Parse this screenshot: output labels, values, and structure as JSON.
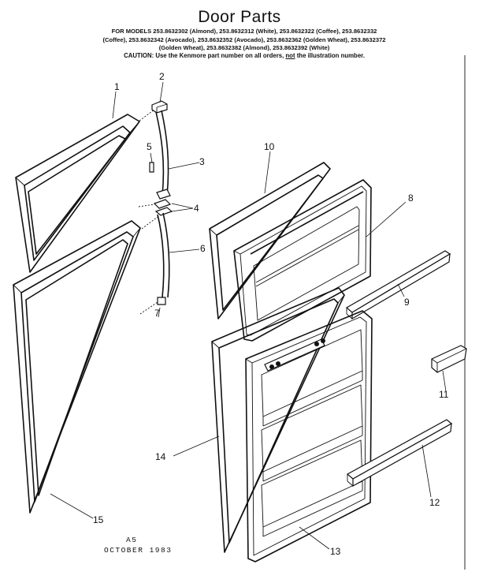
{
  "title": "Door Parts",
  "models_line_1": "FOR MODELS 253.8632302 (Almond), 253.8632312 (White), 253.8632322 (Coffee), 253.8632332",
  "models_line_2": "(Coffee), 253.8632342 (Avocado), 253.8632352 (Avocado), 253.8632362 (Golden Wheat), 253.8632372",
  "models_line_3": "(Golden Wheat), 253.8632382 (Almond), 253.8632392 (White)",
  "caution": {
    "before": "CAUTION: Use the Kenmore part number on all orders, ",
    "underlined": "not",
    "after": " the illustration number."
  },
  "callouts": {
    "c1": "1",
    "c2": "2",
    "c3": "3",
    "c4": "4",
    "c5": "5",
    "c6": "6",
    "c7": "7",
    "c8": "8",
    "c9": "9",
    "c10": "10",
    "c11": "11",
    "c12": "12",
    "c13": "13",
    "c14": "14",
    "c15": "15"
  },
  "footer": {
    "code": "A5",
    "date": "OCTOBER 1983"
  }
}
